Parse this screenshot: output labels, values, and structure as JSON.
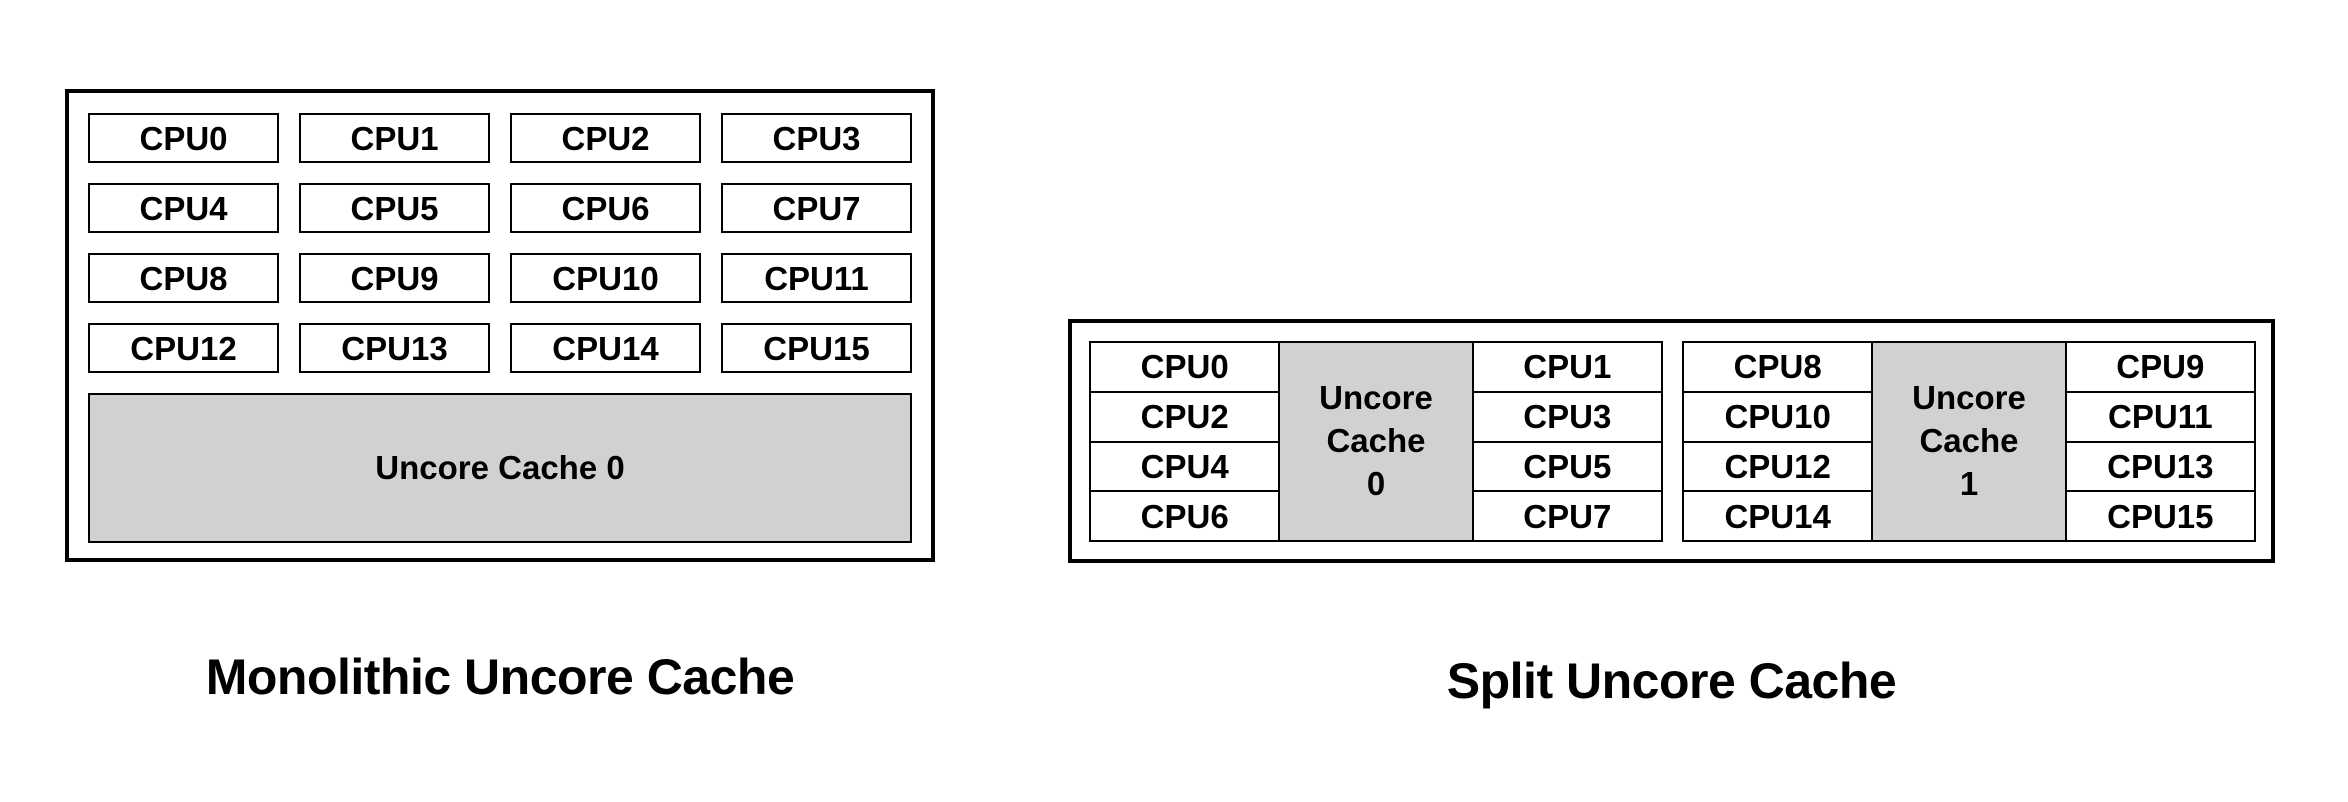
{
  "diagram": {
    "monolithic": {
      "caption": "Monolithic Uncore Cache",
      "cache_label": "Uncore Cache 0",
      "cpus": [
        "CPU0",
        "CPU1",
        "CPU2",
        "CPU3",
        "CPU4",
        "CPU5",
        "CPU6",
        "CPU7",
        "CPU8",
        "CPU9",
        "CPU10",
        "CPU11",
        "CPU12",
        "CPU13",
        "CPU14",
        "CPU15"
      ]
    },
    "split": {
      "caption": "Split Uncore Cache",
      "groups": [
        {
          "left_cpus": [
            "CPU0",
            "CPU2",
            "CPU4",
            "CPU6"
          ],
          "cache_label": "Uncore\nCache\n0",
          "right_cpus": [
            "CPU1",
            "CPU3",
            "CPU5",
            "CPU7"
          ]
        },
        {
          "left_cpus": [
            "CPU8",
            "CPU10",
            "CPU12",
            "CPU14"
          ],
          "cache_label": "Uncore\nCache\n1",
          "right_cpus": [
            "CPU9",
            "CPU11",
            "CPU13",
            "CPU15"
          ]
        }
      ]
    },
    "colors": {
      "cache_fill": "#d1d1d1",
      "border": "#000000",
      "background": "#ffffff"
    }
  }
}
